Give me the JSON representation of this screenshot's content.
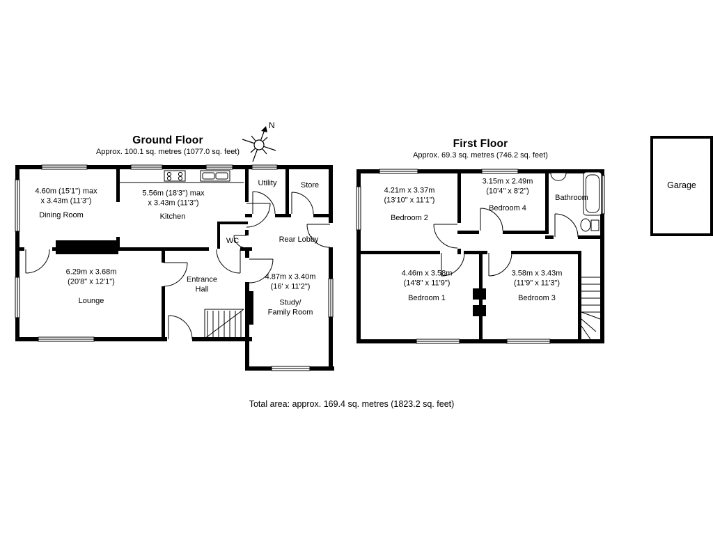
{
  "ground_floor": {
    "title": "Ground Floor",
    "subtitle": "Approx. 100.1 sq. metres (1077.0 sq. feet)",
    "rooms": {
      "dining_room": {
        "dims": "4.60m (15'1\") max\nx 3.43m (11'3\")",
        "name": "Dining Room"
      },
      "kitchen": {
        "dims": "5.56m (18'3\") max\nx 3.43m (11'3\")",
        "name": "Kitchen"
      },
      "utility": {
        "name": "Utility"
      },
      "store": {
        "name": "Store"
      },
      "wc": {
        "name": "WC"
      },
      "rear_lobby": {
        "name": "Rear Lobby"
      },
      "lounge": {
        "dims": "6.29m x 3.68m\n(20'8\" x 12'1\")",
        "name": "Lounge"
      },
      "entrance_hall": {
        "name": "Entrance\nHall"
      },
      "study_family_room": {
        "dims": "4.87m x 3.40m\n(16' x 11'2\")",
        "name": "Study/\nFamily Room"
      }
    }
  },
  "first_floor": {
    "title": "First Floor",
    "subtitle": "Approx. 69.3 sq. metres (746.2 sq. feet)",
    "rooms": {
      "bedroom_2": {
        "dims": "4.21m x 3.37m\n(13'10\" x 11'1\")",
        "name": "Bedroom 2"
      },
      "bedroom_4": {
        "dims": "3.15m x 2.49m\n(10'4\" x 8'2\")",
        "name": "Bedroom 4"
      },
      "bathroom": {
        "name": "Bathroom"
      },
      "bedroom_1": {
        "dims": "4.46m x 3.58m\n(14'8\" x 11'9\")",
        "name": "Bedroom 1"
      },
      "bedroom_3": {
        "dims": "3.58m x 3.43m\n(11'9\" x 11'3\")",
        "name": "Bedroom 3"
      }
    }
  },
  "garage": {
    "name": "Garage"
  },
  "compass": {
    "label": "N"
  },
  "footer": {
    "total_area": "Total area: approx. 169.4 sq. metres (1823.2 sq. feet)"
  }
}
